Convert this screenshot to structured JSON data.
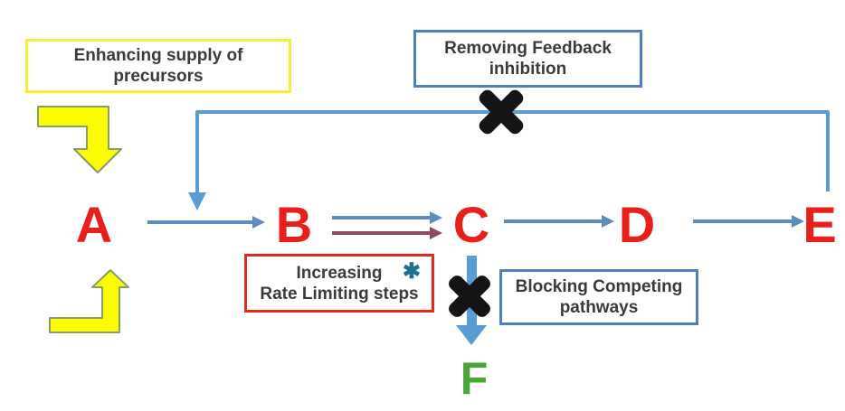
{
  "title": "Metabolic pathway engineering strategies diagram",
  "colors": {
    "letter_red": "#e8201c",
    "f_green": "#4ba53b",
    "arrow_blue": "#5e8cbe",
    "feedback_blue": "#5b9bd5",
    "maroon": "#8e4a5e",
    "yellow_fill": "#fcfc00",
    "yellow_border": "#8a9b6e",
    "yellow_box_border": "#f7ee38",
    "blue_border": "#4f81bd",
    "red_border": "#e02b20",
    "text_dark": "#3b3b3b",
    "asterisk_teal": "#1d7090",
    "x_black": "#141414"
  },
  "nodes": {
    "a": "A",
    "b": "B",
    "c": "C",
    "d": "D",
    "e": "E",
    "f": "F"
  },
  "boxes": {
    "enhancing": {
      "line1": "Enhancing supply of",
      "line2": "precursors"
    },
    "removing": {
      "line1": "Removing Feedback",
      "line2": "inhibition"
    },
    "increasing": {
      "line1": "Increasing",
      "asterisk": "✱",
      "line2": "Rate Limiting steps"
    },
    "blocking": {
      "line1": "Blocking Competing",
      "line2": "pathways"
    }
  },
  "icons": [
    "yellow-elbow-arrow-down-icon",
    "yellow-elbow-arrow-up-icon",
    "feedback-loop-arrow",
    "feedback-x-icon",
    "competing-x-icon",
    "arrow-a-b",
    "arrow-b-c-blue",
    "arrow-b-c-maroon",
    "arrow-c-d",
    "arrow-d-e",
    "arrow-c-f"
  ]
}
